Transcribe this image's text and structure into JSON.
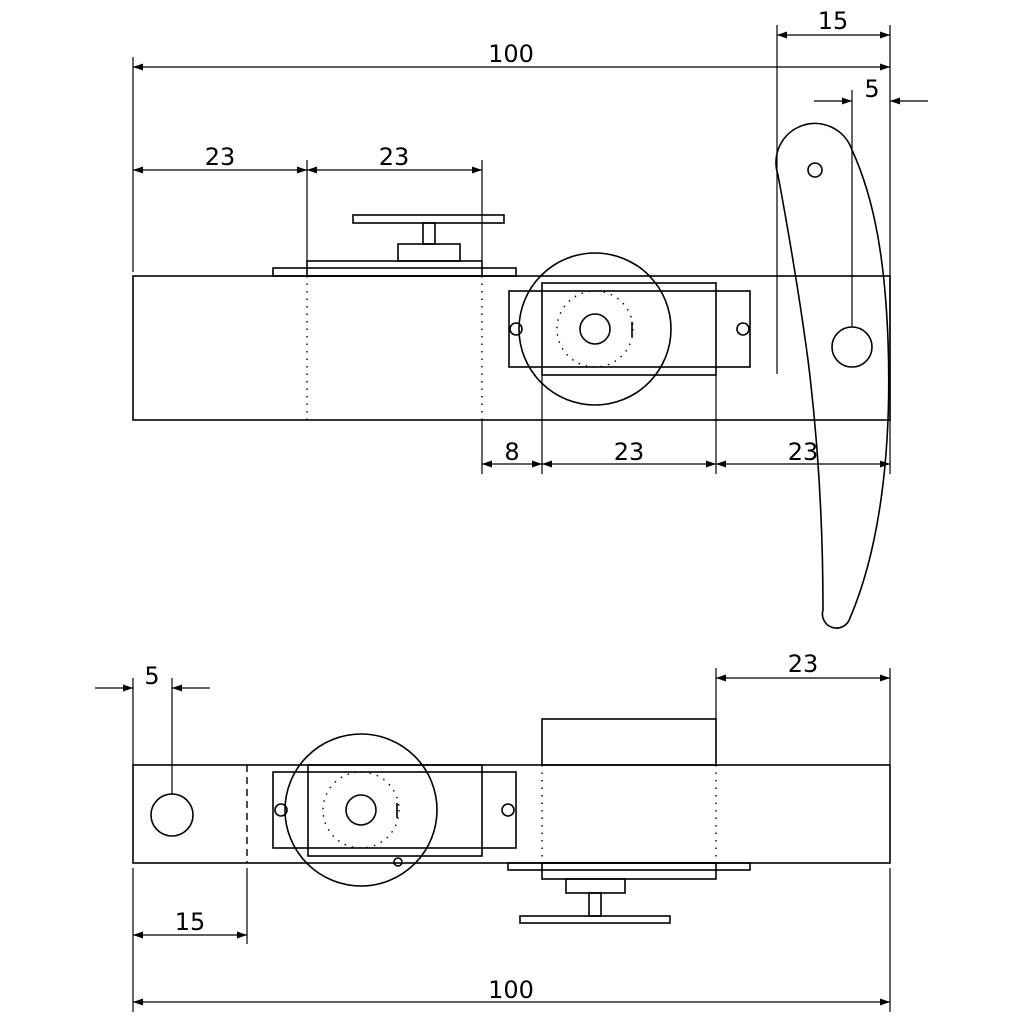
{
  "top_view": {
    "dimensions": {
      "overall_width": "100",
      "bracket_offset": "15",
      "pivot_offset": "5",
      "left_segment": "23",
      "middle_segment": "23",
      "gap": "8",
      "servo_width": "23",
      "right_segment": "23"
    }
  },
  "bottom_view": {
    "dimensions": {
      "hole_offset": "5",
      "block_width": "23",
      "left_offset": "15",
      "overall_width": "100"
    }
  }
}
